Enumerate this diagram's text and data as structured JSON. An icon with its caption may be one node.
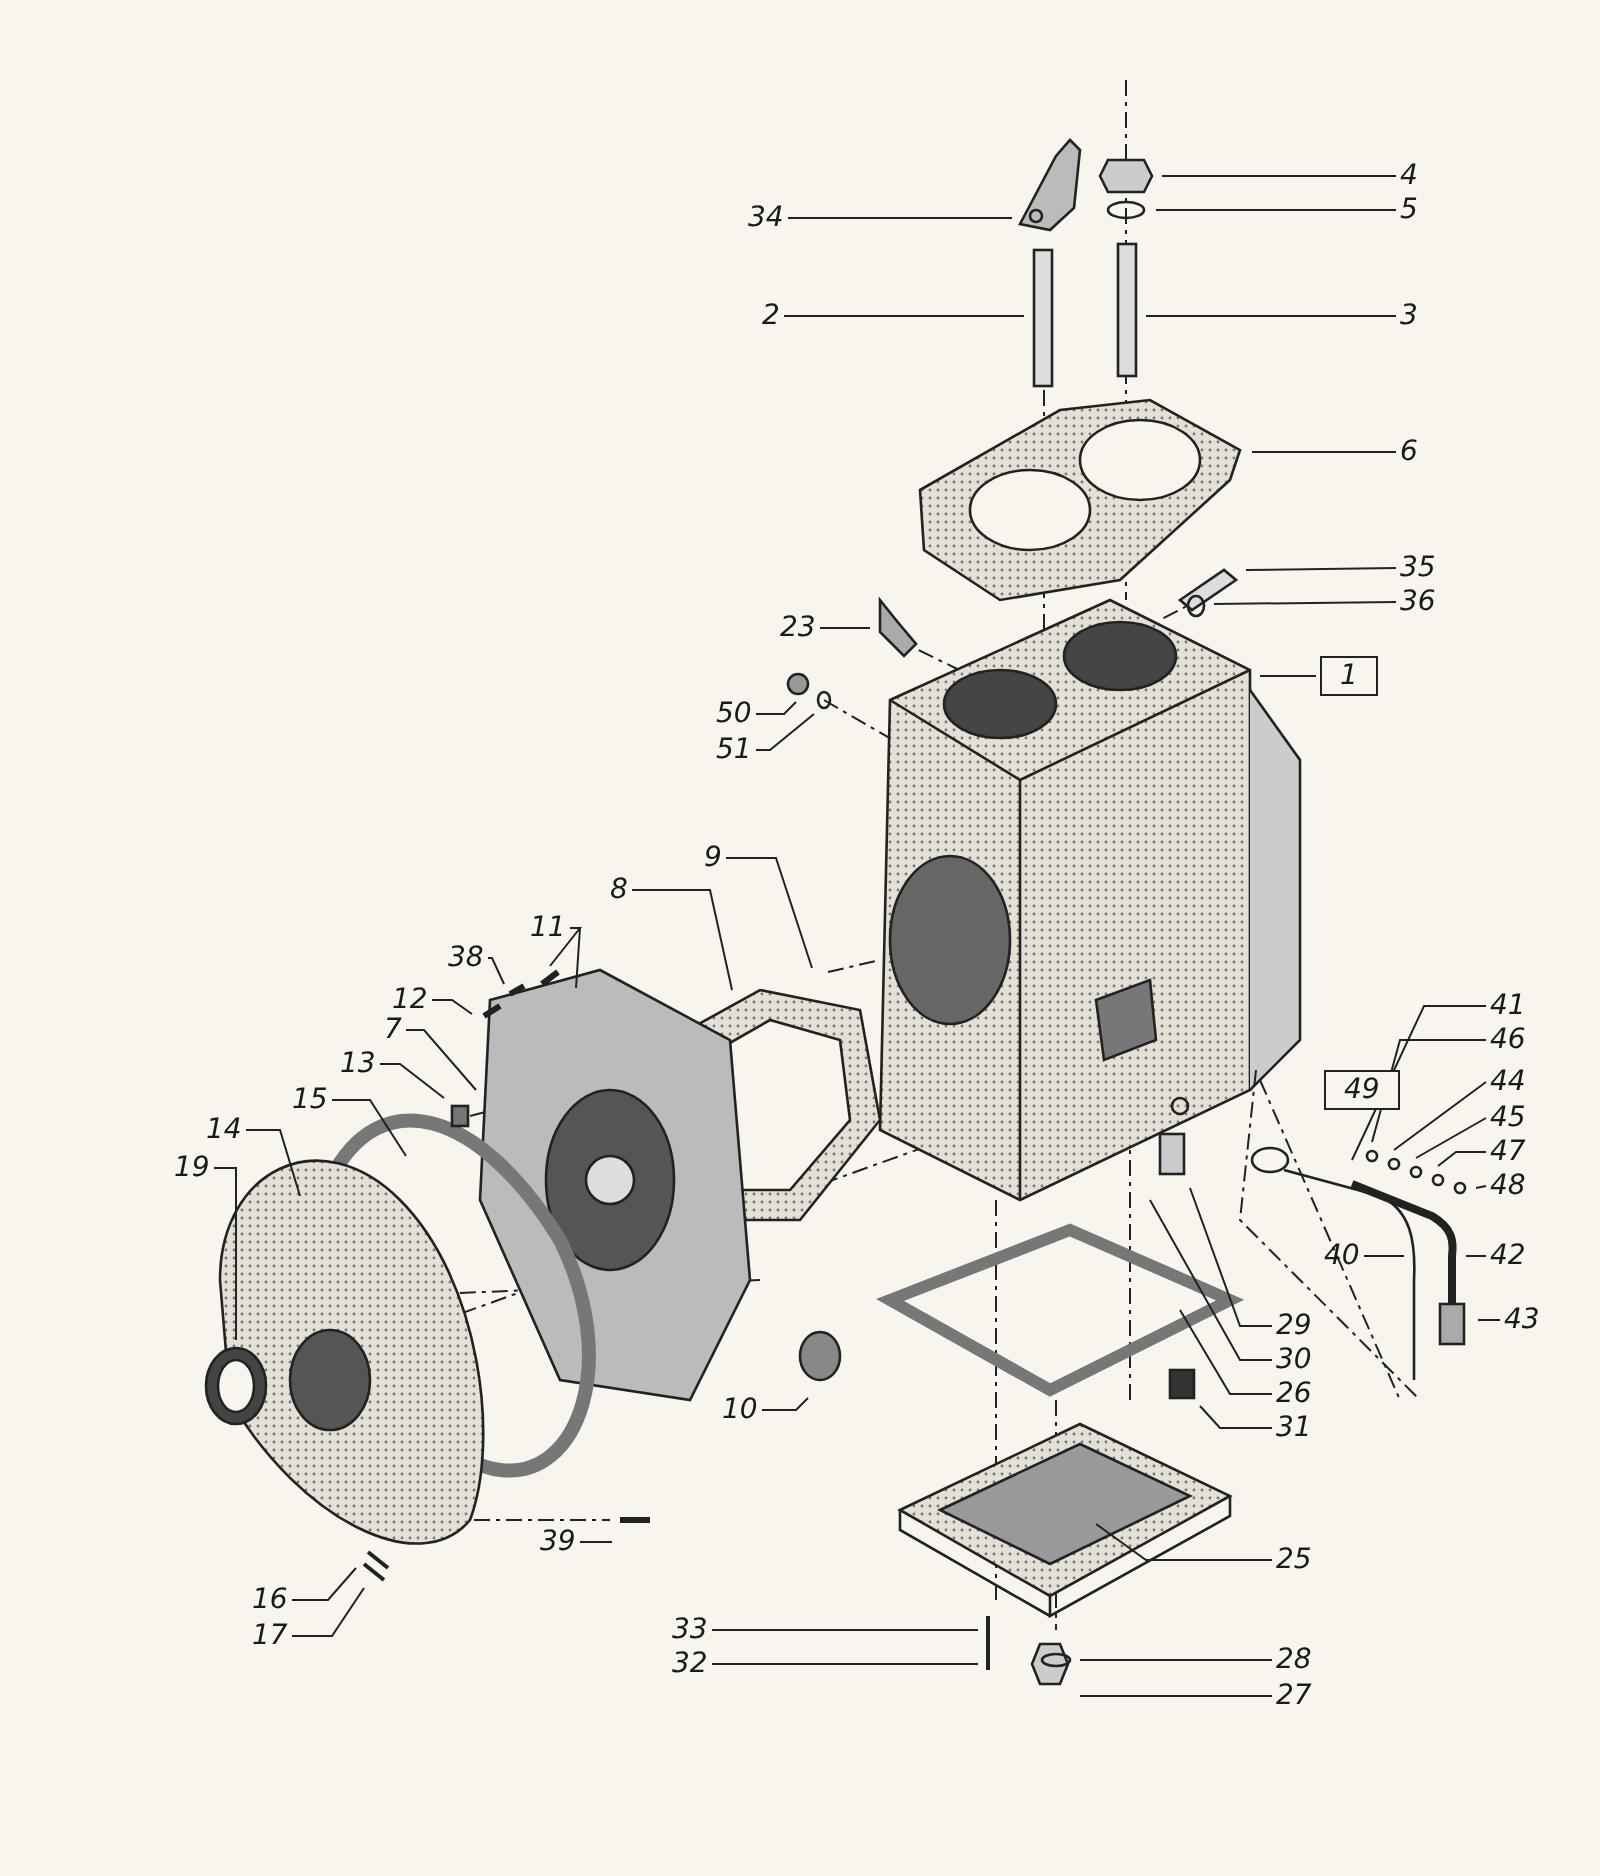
{
  "diagram": {
    "nodes": [
      {
        "text": [
          "4"
        ]
      },
      {
        "text": [
          "5"
        ]
      },
      {
        "text": [
          "34"
        ]
      },
      {
        "text": [
          "2"
        ]
      },
      {
        "text": [
          "3"
        ]
      },
      {
        "text": [
          "6"
        ]
      },
      {
        "text": [
          "35"
        ]
      },
      {
        "text": [
          "36"
        ]
      },
      {
        "text": [
          "23"
        ]
      },
      {
        "text": [
          "1"
        ]
      },
      {
        "text": [
          "50"
        ]
      },
      {
        "text": [
          "51"
        ]
      },
      {
        "text": [
          "9"
        ]
      },
      {
        "text": [
          "8"
        ]
      },
      {
        "text": [
          "11"
        ]
      },
      {
        "text": [
          "38"
        ]
      },
      {
        "text": [
          "12"
        ]
      },
      {
        "text": [
          "7"
        ]
      },
      {
        "text": [
          "13"
        ]
      },
      {
        "text": [
          "15"
        ]
      },
      {
        "text": [
          "14"
        ]
      },
      {
        "text": [
          "19"
        ]
      },
      {
        "text": [
          "49"
        ]
      },
      {
        "text": [
          "41"
        ]
      },
      {
        "text": [
          "46"
        ]
      },
      {
        "text": [
          "44"
        ]
      },
      {
        "text": [
          "45"
        ]
      },
      {
        "text": [
          "47"
        ]
      },
      {
        "text": [
          "48"
        ]
      },
      {
        "text": [
          "40"
        ]
      },
      {
        "text": [
          "42"
        ]
      },
      {
        "text": [
          "43"
        ]
      },
      {
        "text": [
          "29"
        ]
      },
      {
        "text": [
          "30"
        ]
      },
      {
        "text": [
          "26"
        ]
      },
      {
        "text": [
          "31"
        ]
      },
      {
        "text": [
          "10"
        ]
      },
      {
        "text": [
          "25"
        ]
      },
      {
        "text": [
          "28"
        ]
      },
      {
        "text": [
          "27"
        ]
      },
      {
        "text": [
          "33"
        ]
      },
      {
        "text": [
          "32"
        ]
      },
      {
        "text": [
          "39"
        ]
      },
      {
        "text": [
          "16"
        ]
      },
      {
        "text": [
          "17"
        ]
      }
    ],
    "edges": [
      {
        "from": 0,
        "to": null,
        "arrow": "none"
      },
      {
        "from": 1,
        "to": null,
        "arrow": "none"
      },
      {
        "from": 2,
        "to": null,
        "arrow": "none"
      },
      {
        "from": 3,
        "to": null,
        "arrow": "none"
      },
      {
        "from": 4,
        "to": null,
        "arrow": "none"
      },
      {
        "from": 5,
        "to": null,
        "arrow": "none"
      },
      {
        "from": 6,
        "to": null,
        "arrow": "none"
      },
      {
        "from": 7,
        "to": null,
        "arrow": "none"
      },
      {
        "from": 8,
        "to": null,
        "arrow": "none"
      },
      {
        "from": 9,
        "to": null,
        "arrow": "none"
      },
      {
        "from": 10,
        "to": null,
        "arrow": "none"
      },
      {
        "from": 11,
        "to": null,
        "arrow": "none"
      },
      {
        "from": 12,
        "to": null,
        "arrow": "none"
      },
      {
        "from": 13,
        "to": null,
        "arrow": "none"
      },
      {
        "from": 14,
        "to": null,
        "arrow": "none"
      },
      {
        "from": 14,
        "to": null,
        "arrow": "none"
      },
      {
        "from": 15,
        "to": null,
        "arrow": "none"
      },
      {
        "from": 16,
        "to": null,
        "arrow": "none"
      },
      {
        "from": 17,
        "to": null,
        "arrow": "none"
      },
      {
        "from": 18,
        "to": null,
        "arrow": "none"
      },
      {
        "from": 19,
        "to": null,
        "arrow": "none"
      },
      {
        "from": 20,
        "to": null,
        "arrow": "none"
      },
      {
        "from": 21,
        "to": null,
        "arrow": "none"
      },
      {
        "from": 23,
        "to": null,
        "arrow": "none"
      },
      {
        "from": 24,
        "to": null,
        "arrow": "none"
      },
      {
        "from": 25,
        "to": null,
        "arrow": "none"
      },
      {
        "from": 26,
        "to": null,
        "arrow": "none"
      },
      {
        "from": 27,
        "to": null,
        "arrow": "none"
      },
      {
        "from": 28,
        "to": null,
        "arrow": "none"
      },
      {
        "from": 29,
        "to": null,
        "arrow": "none"
      },
      {
        "from": 30,
        "to": null,
        "arrow": "none"
      },
      {
        "from": 31,
        "to": null,
        "arrow": "none"
      },
      {
        "from": 32,
        "to": null,
        "arrow": "none"
      },
      {
        "from": 33,
        "to": null,
        "arrow": "none"
      },
      {
        "from": 34,
        "to": null,
        "arrow": "none"
      },
      {
        "from": 35,
        "to": null,
        "arrow": "none"
      },
      {
        "from": 36,
        "to": null,
        "arrow": "none"
      },
      {
        "from": 37,
        "to": null,
        "arrow": "none"
      },
      {
        "from": 38,
        "to": null,
        "arrow": "none"
      },
      {
        "from": 39,
        "to": null,
        "arrow": "none"
      },
      {
        "from": 40,
        "to": null,
        "arrow": "none"
      },
      {
        "from": 41,
        "to": null,
        "arrow": "none"
      },
      {
        "from": 42,
        "to": null,
        "arrow": "none"
      },
      {
        "from": 43,
        "to": null,
        "arrow": "none"
      },
      {
        "from": 44,
        "to": null,
        "arrow": "none"
      }
    ]
  }
}
